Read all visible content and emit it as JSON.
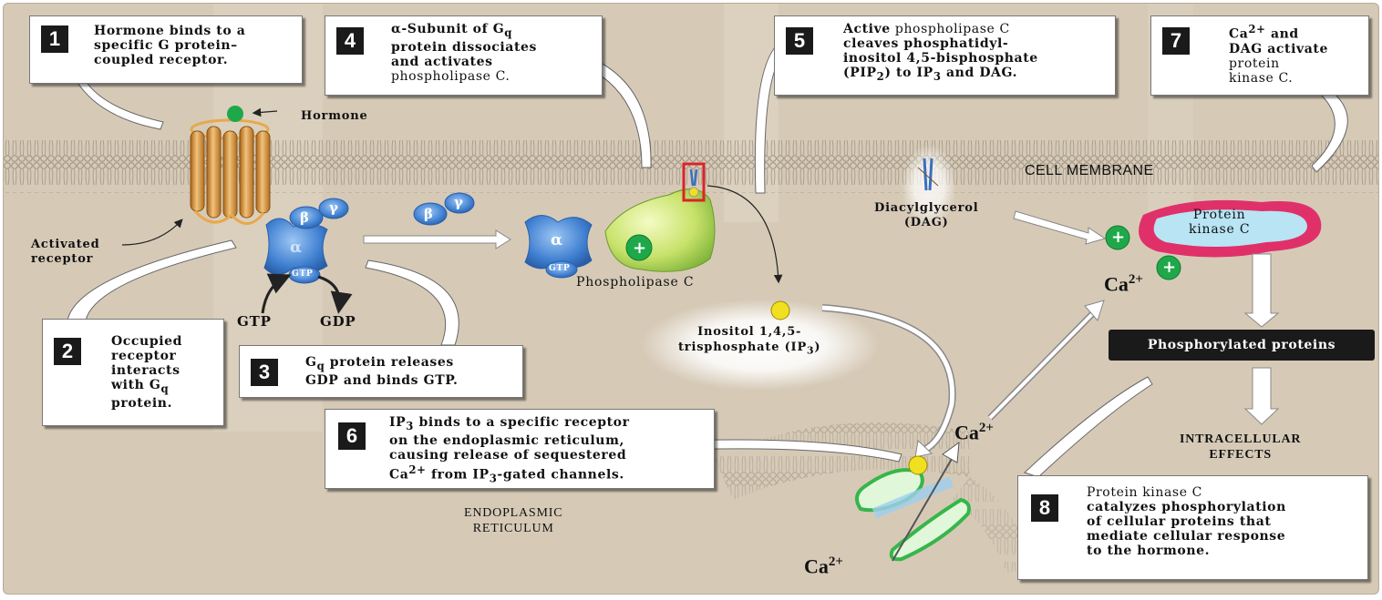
{
  "callouts": {
    "c1": {
      "num": "1",
      "l1": "Hormone binds to a",
      "l2": "specific G protein–",
      "l3": "coupled receptor."
    },
    "c2": {
      "num": "2",
      "l1": "Occupied",
      "l2": "receptor",
      "l3": "interacts",
      "l4": "with G",
      "l4sub": "q",
      "l5": "protein."
    },
    "c3": {
      "num": "3",
      "l1": "G",
      "l1sub": "q",
      "l1b": " protein releases",
      "l2": "GDP and binds GTP."
    },
    "c4": {
      "num": "4",
      "l1": "α-Subunit of G",
      "l1sub": "q",
      "l2": "protein dissociates",
      "l3": "and activates",
      "l4": "phospholipase C."
    },
    "c5": {
      "num": "5",
      "l1a": "Active",
      "l1b": " phospholipase C",
      "l2": "cleaves phosphatidyl-",
      "l3": "inositol 4,5-bisphosphate",
      "l4a": "(PIP",
      "l4sub": "2",
      "l4b": ") to IP",
      "l4sub2": "3",
      "l4c": " and DAG."
    },
    "c6": {
      "num": "6",
      "l1a": "IP",
      "l1sub": "3",
      "l1b": " binds to a specific receptor",
      "l2": "on the endoplasmic reticulum,",
      "l3": "causing release of sequestered",
      "l4a": "Ca",
      "l4sup": "2+",
      "l4b": " from IP",
      "l4sub": "3",
      "l4c": "-gated channels."
    },
    "c7": {
      "num": "7",
      "l1a": "Ca",
      "l1sup": "2+",
      "l1b": " and",
      "l2": "DAG activate",
      "l3": "protein",
      "l4": "kinase C."
    },
    "c8": {
      "num": "8",
      "l1": "Protein kinase C",
      "l2": "catalyzes phosphorylation",
      "l3": "of cellular proteins that",
      "l4": "mediate cellular response",
      "l5": "to the hormone."
    }
  },
  "labels": {
    "hormone": "Hormone",
    "activated_receptor_1": "Activated",
    "activated_receptor_2": "receptor",
    "gtp": "GTP",
    "gdp": "GDP",
    "alpha": "α",
    "beta": "β",
    "gamma": "γ",
    "gtp_small": "GTP",
    "plus": "+",
    "phospholipase_c": "Phospholipase C",
    "cell_membrane": "CELL MEMBRANE",
    "dag_1": "Diacylglycerol",
    "dag_2": "(DAG)",
    "ip3_1": "Inositol 1,4,5-",
    "ip3_2a": "trisphosphate (IP",
    "ip3_sub": "3",
    "ip3_2b": ")",
    "pkc_1": "Protein",
    "pkc_2": "kinase C",
    "ca": "Ca",
    "ca_sup": "2+",
    "phosphorylated": "Phosphorylated proteins",
    "intracellular_1": "INTRACELLULAR",
    "intracellular_2": "EFFECTS",
    "er_1": "ENDOPLASMIC",
    "er_2": "RETICULUM"
  },
  "colors": {
    "background": "#d6cab7",
    "g_protein": "#3f7fd0",
    "phospholipase": "#c8e26a",
    "hormone_dot": "#1fa84a",
    "ip3_dot": "#f0e020",
    "pkc_outer": "#e0306a",
    "pkc_inner": "#b8e4f4",
    "receptor": "#e09a3c"
  }
}
